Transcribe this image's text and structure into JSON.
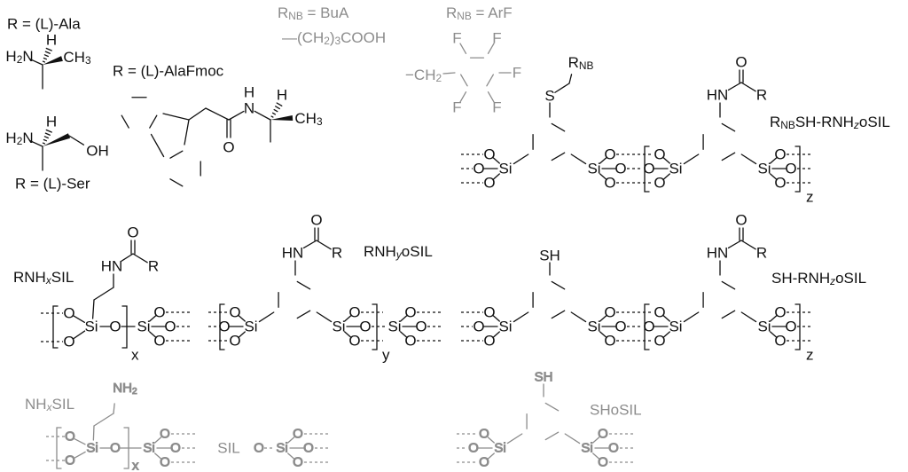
{
  "titles": {
    "ala": "R = (L)-Ala",
    "ser": "R = (L)-Ser",
    "alafmoc": "R = (L)-AlaFmoc",
    "rnb_bua": [
      "R",
      "NB",
      " = BuA"
    ],
    "bua": [
      "—(CH",
      "2",
      ")",
      "3",
      "COOH"
    ],
    "rnb_arf": [
      "R",
      "NB",
      " = ArF"
    ],
    "ch2": [
      "−CH",
      "2"
    ],
    "rnbsh": [
      "R",
      "NB",
      "SH-RNH",
      "z",
      "oSIL"
    ],
    "shrnh": [
      "SH-RNH",
      "z",
      "oSIL"
    ],
    "rnhx": [
      "RNH",
      "x",
      "SIL"
    ],
    "rnhy": [
      "RNH",
      "y",
      "oSIL"
    ],
    "nhx": [
      "NH",
      "x",
      "SIL"
    ],
    "sil": "SIL",
    "shosil": "SHoSIL"
  },
  "atoms": {
    "O": "O",
    "Si": "Si",
    "S": "S",
    "SH": "SH",
    "HN": "HN",
    "N": "N",
    "H": "H",
    "R": "R",
    "F": "F",
    "OH": "OH",
    "H2N": [
      "H",
      "2",
      "N"
    ],
    "CH3": [
      "CH",
      "3"
    ],
    "NH2": [
      "NH",
      "2"
    ],
    "RNB": [
      "R",
      "NB"
    ]
  },
  "repeat_subscripts": {
    "x": "x",
    "y": "y",
    "z": "z"
  },
  "colors": {
    "primary": "#111111",
    "unfunctionalized": "#8c8c8c"
  }
}
